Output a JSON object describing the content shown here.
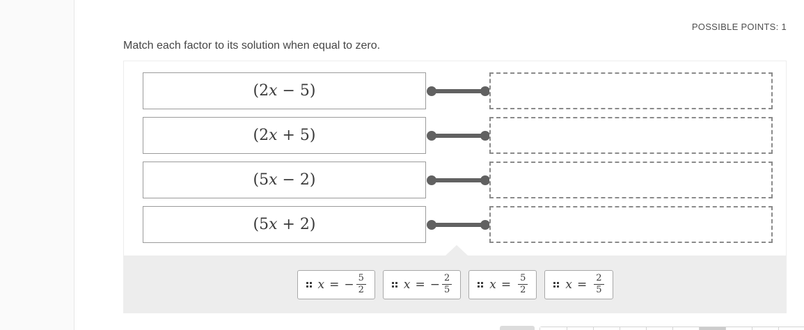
{
  "header": {
    "possible_points": "POSSIBLE POINTS: 1"
  },
  "instruction": "Match each factor to its solution when equal to zero.",
  "matching": {
    "rows": [
      {
        "factor_pre": "(2",
        "factor_var": "x",
        "factor_post": " − 5)"
      },
      {
        "factor_pre": "(2",
        "factor_var": "x",
        "factor_post": " + 5)"
      },
      {
        "factor_pre": "(5",
        "factor_var": "x",
        "factor_post": " − 2)"
      },
      {
        "factor_pre": "(5",
        "factor_var": "x",
        "factor_post": " + 2)"
      }
    ]
  },
  "tray": {
    "chips": [
      {
        "var": "x",
        "eq": "=",
        "sign": "−",
        "num": "5",
        "den": "2"
      },
      {
        "var": "x",
        "eq": "=",
        "sign": "−",
        "num": "2",
        "den": "5"
      },
      {
        "var": "x",
        "eq": "=",
        "sign": "",
        "num": "5",
        "den": "2"
      },
      {
        "var": "x",
        "eq": "=",
        "sign": "",
        "num": "2",
        "den": "5"
      }
    ]
  },
  "theme": {
    "connector_color": "#616161",
    "tray_background": "#ededed",
    "dropzone_border": "#8a8a8a",
    "factor_border": "#9b9b9b",
    "active_nav_cell": "#cccccc"
  }
}
